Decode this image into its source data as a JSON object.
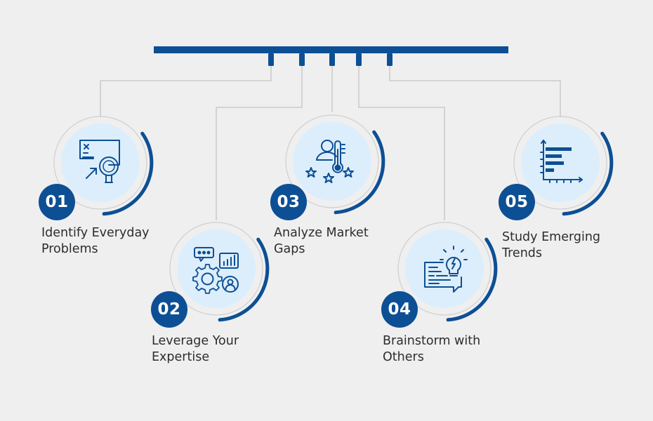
{
  "colors": {
    "primary": "#0d4f94",
    "circle_fill": "#dceefb",
    "connector": "#c4c4c4",
    "background": "#efefef"
  },
  "steps": [
    {
      "number": "01",
      "line1": "Identify Everyday",
      "line2": "Problems",
      "icon": "analysis-board-icon"
    },
    {
      "number": "02",
      "line1": "Leverage Your",
      "line2": "Expertise",
      "icon": "gear-skills-icon"
    },
    {
      "number": "03",
      "line1": "Analyze Market",
      "line2": "Gaps",
      "icon": "customer-rating-icon"
    },
    {
      "number": "04",
      "line1": "Brainstorm with",
      "line2": "Others",
      "icon": "idea-chat-icon"
    },
    {
      "number": "05",
      "line1": "Study Emerging",
      "line2": "Trends",
      "icon": "bar-chart-icon"
    }
  ]
}
